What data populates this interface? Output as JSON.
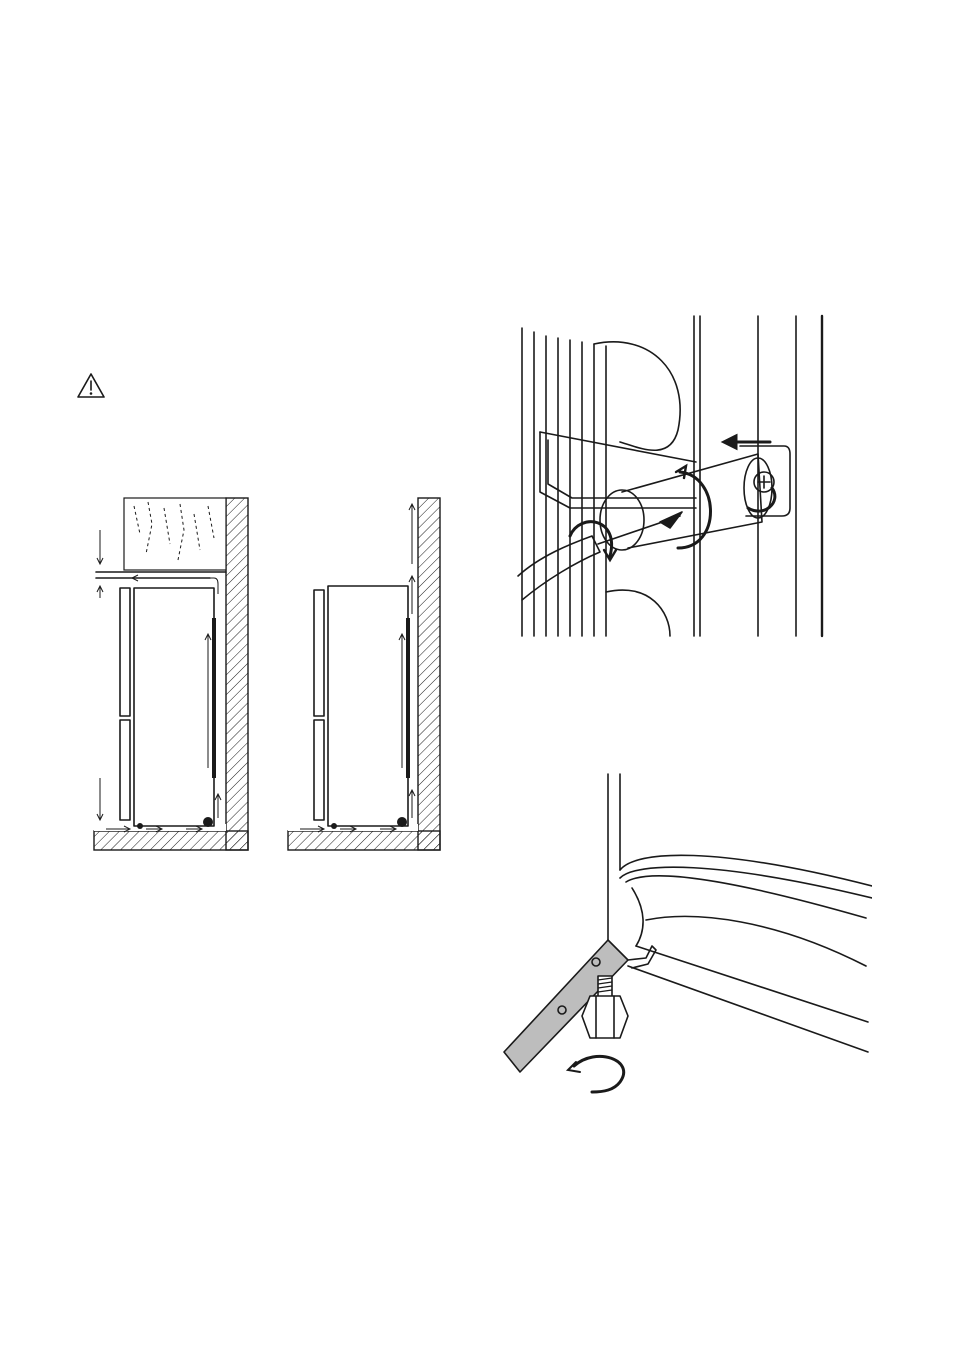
{
  "page": {
    "warning_icon": "warning-triangle-icon",
    "figures": [
      {
        "id": "ventilation-with-cabinet",
        "icon": "fridge-ventilation-airflow-diagram"
      },
      {
        "id": "ventilation-freestanding",
        "icon": "fridge-ventilation-airflow-diagram"
      },
      {
        "id": "rear-spacer-install",
        "icon": "screwdriver-spacer-diagram"
      },
      {
        "id": "adjustable-foot",
        "icon": "levelling-foot-diagram"
      }
    ]
  }
}
